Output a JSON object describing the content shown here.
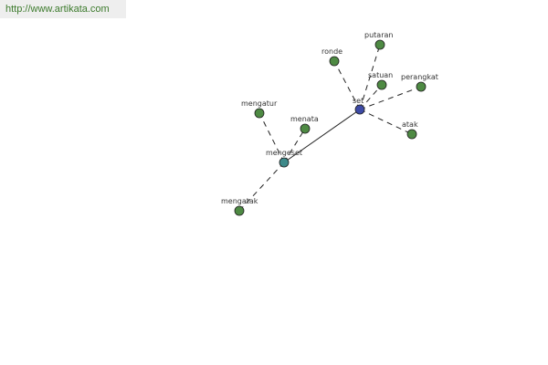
{
  "banner": {
    "url_text": "http://www.artikata.com"
  },
  "graph": {
    "colors": {
      "leaf": "#4e8a43",
      "center": "#3d4aa6",
      "hub": "#3e8a8a",
      "edge": "#222222",
      "stroke": "#1e1e1e"
    },
    "nodes": [
      {
        "id": "set",
        "label": "set",
        "type": "center"
      },
      {
        "id": "menyeset",
        "label": "mengeset",
        "type": "hub"
      },
      {
        "id": "putaran",
        "label": "putaran",
        "type": "leaf"
      },
      {
        "id": "ronde",
        "label": "ronde",
        "type": "leaf"
      },
      {
        "id": "satuan",
        "label": "satuan",
        "type": "leaf"
      },
      {
        "id": "perangkat",
        "label": "perangkat",
        "type": "leaf"
      },
      {
        "id": "atak",
        "label": "atak",
        "type": "leaf"
      },
      {
        "id": "mengatur",
        "label": "mengatur",
        "type": "leaf"
      },
      {
        "id": "menata",
        "label": "menata",
        "type": "leaf"
      },
      {
        "id": "mengatak",
        "label": "mengatak",
        "type": "leaf"
      }
    ],
    "edges": [
      {
        "from": "set",
        "to": "menyeset",
        "style": "solid"
      },
      {
        "from": "set",
        "to": "putaran",
        "style": "dashed"
      },
      {
        "from": "set",
        "to": "ronde",
        "style": "dashed"
      },
      {
        "from": "set",
        "to": "satuan",
        "style": "dashed"
      },
      {
        "from": "set",
        "to": "perangkat",
        "style": "dashed"
      },
      {
        "from": "set",
        "to": "atak",
        "style": "dashed"
      },
      {
        "from": "menyeset",
        "to": "mengatur",
        "style": "dashed"
      },
      {
        "from": "menyeset",
        "to": "menata",
        "style": "dashed"
      },
      {
        "from": "menyeset",
        "to": "mengatak",
        "style": "dashed"
      }
    ]
  }
}
